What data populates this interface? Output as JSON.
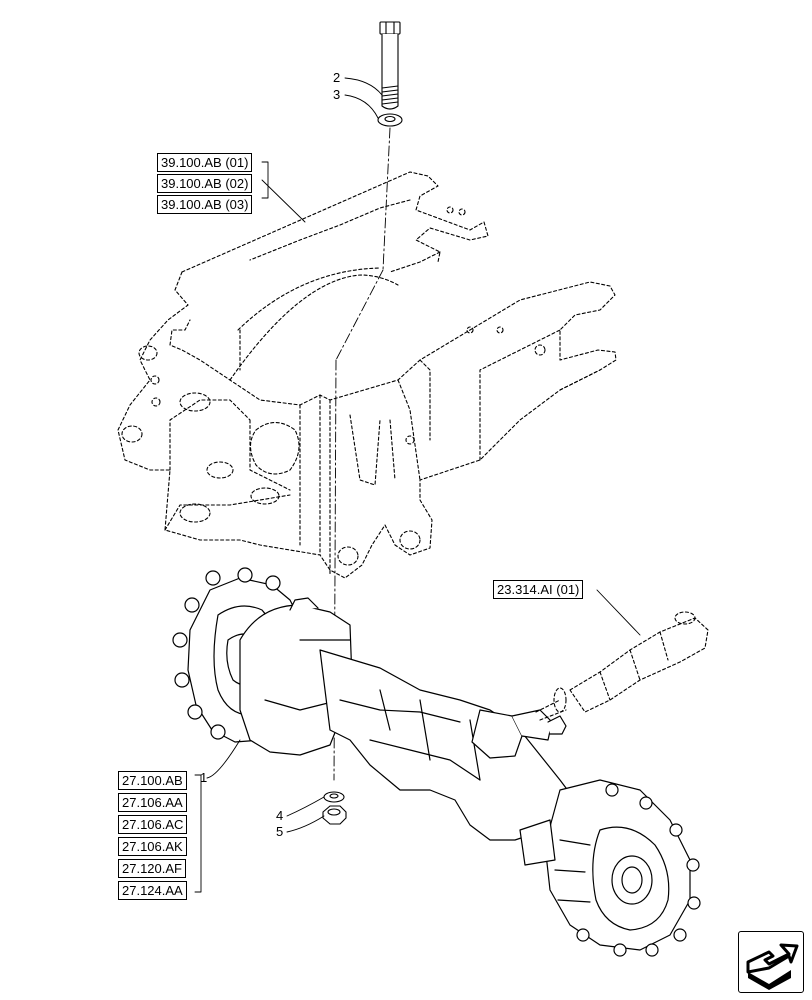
{
  "references": {
    "frame": [
      "39.100.AB (01)",
      "39.100.AB (02)",
      "39.100.AB (03)"
    ],
    "driveshaft": "23.314.AI (01)",
    "axle": [
      "27.100.AB",
      "27.106.AA",
      "27.106.AC",
      "27.106.AK",
      "27.120.AF",
      "27.124.AA"
    ]
  },
  "callouts": {
    "c1": "1",
    "c2": "2",
    "c3": "3",
    "c4": "4",
    "c5": "5"
  },
  "nav": {
    "icon": "next-page-arrow-icon"
  },
  "colors": {
    "line": "#000000",
    "background": "#ffffff"
  }
}
